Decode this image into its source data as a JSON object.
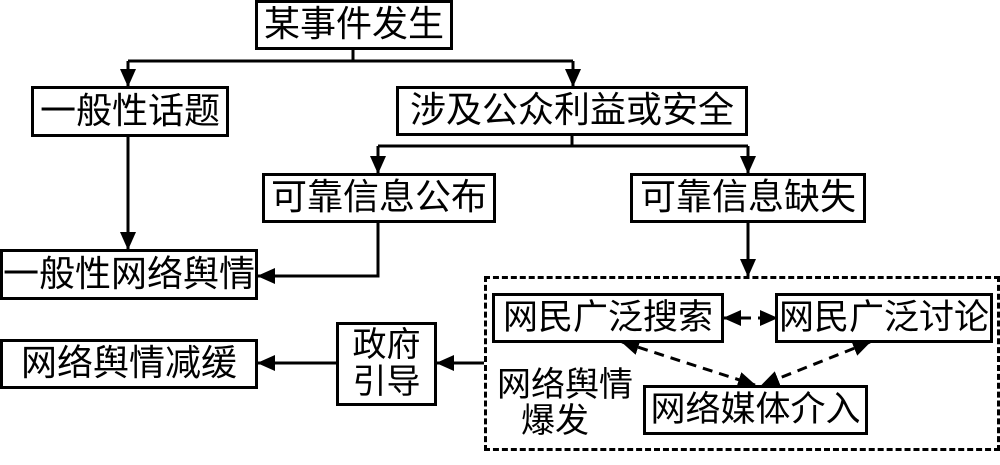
{
  "nodes": {
    "event": "某事件发生",
    "general_topic": "一般性话题",
    "public_interest": "涉及公众利益或安全",
    "reliable_published": "可靠信息公布",
    "reliable_missing": "可靠信息缺失",
    "general_opinion": "一般性网络舆情",
    "netizen_search": "网民广泛搜索",
    "netizen_discuss": "网民广泛讨论",
    "media_intervene": "网络媒体介入",
    "gov_guidance_line1": "政府",
    "gov_guidance_line2": "引导",
    "opinion_eased": "网络舆情减缓"
  },
  "group": {
    "label_line1": "网络舆情",
    "label_line2": "爆发"
  },
  "colors": {
    "stroke": "#000000",
    "background": "#ffffff"
  }
}
